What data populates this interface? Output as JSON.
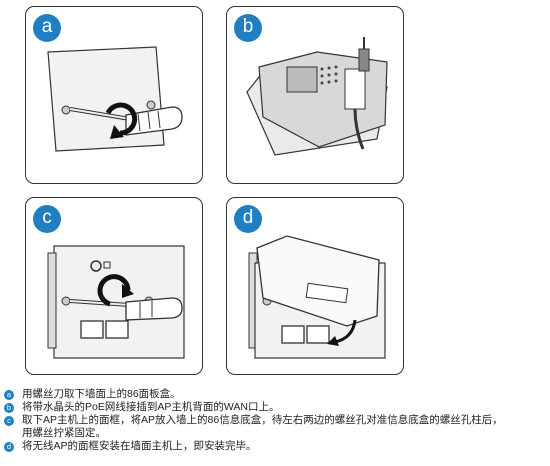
{
  "panels": [
    {
      "letter": "a"
    },
    {
      "letter": "b"
    },
    {
      "letter": "c"
    },
    {
      "letter": "d"
    }
  ],
  "steps": [
    {
      "marker": "a",
      "text": "用螺丝刀取下墙面上的86面板盒。"
    },
    {
      "marker": "b",
      "text": "将带水晶头的PoE网线接插到AP主机背面的WAN口上。"
    },
    {
      "marker": "c",
      "text": "取下AP主机上的面框，将AP放入墙上的86信息底盒，待左右两边的螺丝孔对准信息底盒的螺丝孔柱后，\n用螺丝拧紧固定。"
    },
    {
      "marker": "d",
      "text": "将无线AP的面框安装在墙面主机上，即安装完毕。"
    }
  ],
  "colors": {
    "badge": "#1f7fc2",
    "line": "#333333",
    "plate": "#f2f2f2"
  }
}
